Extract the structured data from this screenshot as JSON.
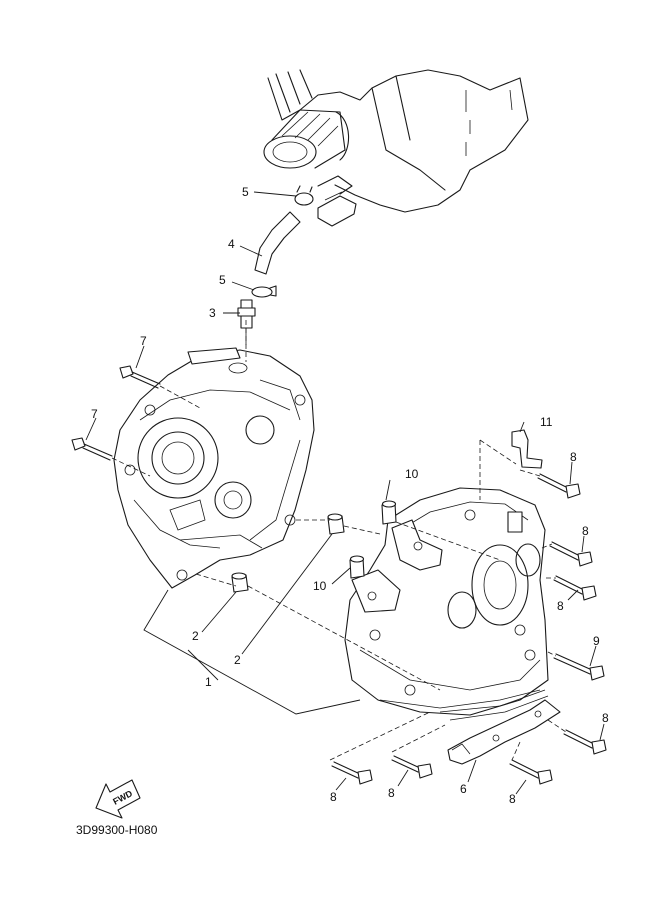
{
  "diagram": {
    "part_code": "3D99300-H080",
    "fwd_label": "FWD",
    "callouts": {
      "c1": "1",
      "c2a": "2",
      "c2b": "2",
      "c3": "3",
      "c4": "4",
      "c5a": "5",
      "c5b": "5",
      "c6": "6",
      "c7a": "7",
      "c7b": "7",
      "c8a": "8",
      "c8b": "8",
      "c8c": "8",
      "c8d": "8",
      "c8e": "8",
      "c8f": "8",
      "c8g": "8",
      "c9": "9",
      "c10a": "10",
      "c10b": "10",
      "c11": "11"
    }
  }
}
